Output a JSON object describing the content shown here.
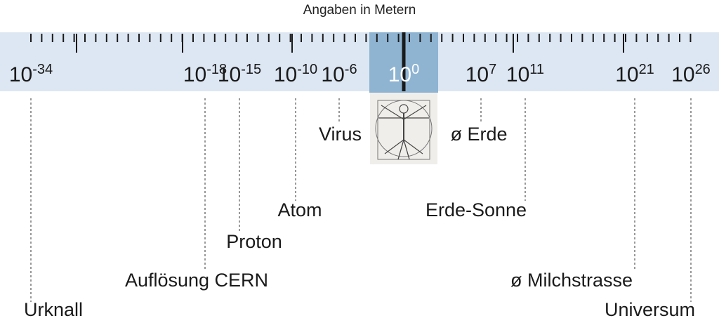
{
  "caption": "Angaben in Metern",
  "colors": {
    "band": "#dde7f3",
    "highlight": "#8fb4d2",
    "ink": "#1a1a1a",
    "highlight_text": "#ffffff"
  },
  "scale": {
    "unit": "m",
    "markers": [
      {
        "exponent": -34,
        "base": "10",
        "exp": "-34"
      },
      {
        "exponent": -18,
        "base": "10",
        "exp": "-18"
      },
      {
        "exponent": -15,
        "base": "10",
        "exp": "-15"
      },
      {
        "exponent": -10,
        "base": "10",
        "exp": "-10"
      },
      {
        "exponent": -6,
        "base": "10",
        "exp": "-6"
      },
      {
        "exponent": 0,
        "base": "10",
        "exp": "0",
        "highlight": true
      },
      {
        "exponent": 7,
        "base": "10",
        "exp": "7"
      },
      {
        "exponent": 11,
        "base": "10",
        "exp": "11"
      },
      {
        "exponent": 21,
        "base": "10",
        "exp": "21"
      },
      {
        "exponent": 26,
        "base": "10",
        "exp": "26"
      }
    ]
  },
  "objects": [
    {
      "label": "Urknall",
      "exponent": -34
    },
    {
      "label": "Auflösung CERN",
      "exponent": -18
    },
    {
      "label": "Proton",
      "exponent": -15
    },
    {
      "label": "Atom",
      "exponent": -10
    },
    {
      "label": "Virus",
      "exponent": -6
    },
    {
      "label": "ø Erde",
      "exponent": 7
    },
    {
      "label": "Erde-Sonne",
      "exponent": 11
    },
    {
      "label": "ø Milchstrasse",
      "exponent": 21
    },
    {
      "label": "Universum",
      "exponent": 26
    }
  ],
  "image": {
    "icon": "vitruvian-man-icon",
    "exponent": 0
  }
}
